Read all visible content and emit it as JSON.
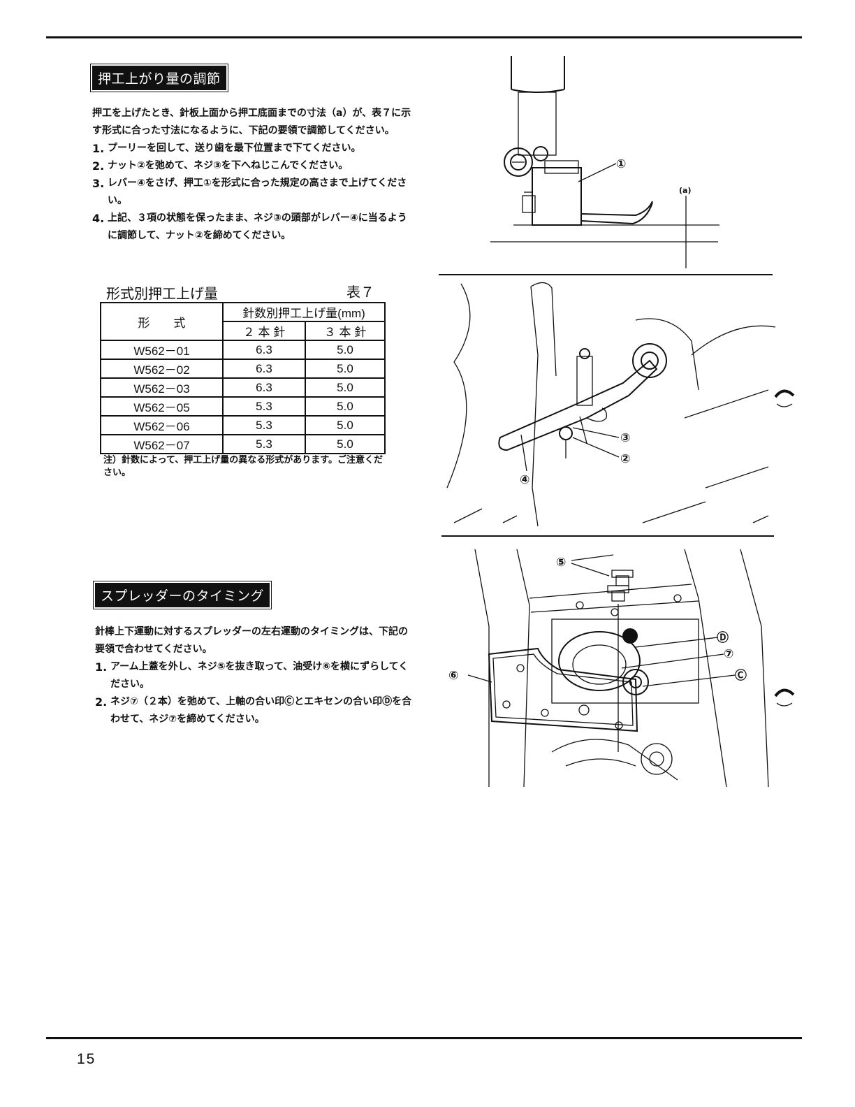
{
  "section1": {
    "heading": "押工上がり量の調節",
    "intro": "押工を上げたとき、針板上面から押工底面までの寸法（a）が、表７に示す形式に合った寸法になるように、下記の要領で調節してください。",
    "steps": [
      {
        "num": "1.",
        "text": "プーリーを回して、送り歯を最下位置まで下てください。"
      },
      {
        "num": "2.",
        "text": "ナット②を弛めて、ネジ③を下へねじこんでください。"
      },
      {
        "num": "3.",
        "text": "レバー④をさげ、押工①を形式に合った規定の高さまで上げてください。"
      },
      {
        "num": "4.",
        "text": "上記、３項の状態を保ったまま、ネジ③の頭部がレバー④に当るように調節して、ナット②を締めてください。"
      }
    ],
    "table_title": "形式別押工上げ量",
    "table_no": "表７",
    "table": {
      "col_model": "形　　式",
      "col_group": "針数別押工上げ量(mm)",
      "col_2": "２ 本 針",
      "col_3": "３ 本 針",
      "rows": [
        {
          "model": "W562－01",
          "n2": "6.3",
          "n3": "5.0"
        },
        {
          "model": "W562－02",
          "n2": "6.3",
          "n3": "5.0"
        },
        {
          "model": "W562－03",
          "n2": "6.3",
          "n3": "5.0"
        },
        {
          "model": "W562－05",
          "n2": "5.3",
          "n3": "5.0"
        },
        {
          "model": "W562－06",
          "n2": "5.3",
          "n3": "5.0"
        },
        {
          "model": "W562－07",
          "n2": "5.3",
          "n3": "5.0"
        }
      ]
    },
    "note": "注）針数によって、押工上げ量の異なる形式があります。ご注意ください。"
  },
  "section2": {
    "heading": "スプレッダーのタイミング",
    "intro": "針棒上下運動に対するスプレッダーの左右運動のタイミングは、下記の要領で合わせてください。",
    "steps": [
      {
        "num": "1.",
        "text": "アーム上蓋を外し、ネジ⑤を抜き取って、油受け⑥を横にずらしてください。"
      },
      {
        "num": "2.",
        "text": "ネジ⑦（２本）を弛めて、上軸の合い印Ⓒとエキセンの合い印Ⓓを合わせて、ネジ⑦を締めてください。"
      }
    ]
  },
  "figures": {
    "fig1": {
      "label_1": "①",
      "label_a": "(a)"
    },
    "fig2": {
      "label_2": "②",
      "label_3": "③",
      "label_4": "④"
    },
    "fig3": {
      "label_5": "⑤",
      "label_6": "⑥",
      "label_7": "⑦",
      "label_C": "Ⓒ",
      "label_D": "Ⓓ"
    }
  },
  "page_number": "15"
}
